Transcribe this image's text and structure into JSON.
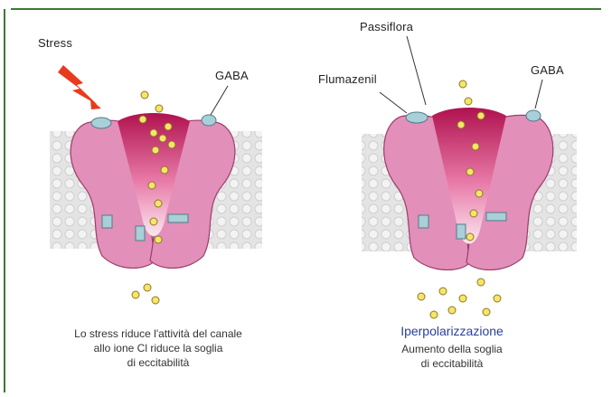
{
  "frame": {
    "border_color": "#3a7a33",
    "accent_color": "#d4145a"
  },
  "left_panel": {
    "stress_label": "Stress",
    "gaba_label": "GABA",
    "caption_lines": [
      "Lo stress riduce l'attività del canale",
      "allo ione Cl riduce la soglia",
      "di eccitabilità"
    ]
  },
  "right_panel": {
    "passiflora_label": "Passiflora",
    "flumazenil_label": "Flumazenil",
    "gaba_label": "GABA",
    "hyperpolarization_label": "Iperpolarizzazione",
    "caption_lines": [
      "Aumento della soglia",
      "di eccitabilità"
    ]
  },
  "colors": {
    "membrane": "#d7d7d7",
    "channel_pink": "#e28fb9",
    "channel_dark": "#c2185b",
    "ion_fill": "#f6e46b",
    "receptor_fill": "#a9cfd8",
    "stress_bolt": "#e83a1c"
  }
}
